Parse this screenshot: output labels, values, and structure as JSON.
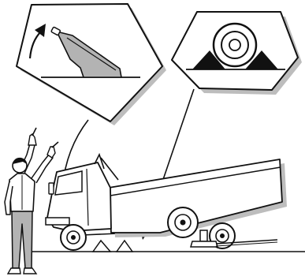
{
  "illustration": {
    "colors": {
      "line": "#111111",
      "fill": "#ffffff",
      "shade": "#b3b3b3",
      "shadow": "#bdbdbd",
      "dark": "#111111"
    },
    "callouts": [
      {
        "name": "parking-brake-callout",
        "depicts": "parking-brake-lever-pulled-up"
      },
      {
        "name": "wheel-chock-callout",
        "depicts": "wheel-blocked-by-chocks"
      }
    ],
    "scene": {
      "vehicle": "dump-truck-raised-on-jack",
      "person": "worker-pointing-up"
    }
  }
}
